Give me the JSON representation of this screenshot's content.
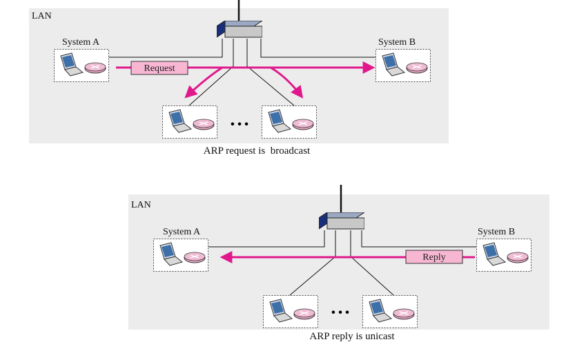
{
  "colors": {
    "panel": "#ececec",
    "arrow": "#e0188c",
    "message_box": "#f7b6d2",
    "router": "#e8a6c4"
  },
  "top": {
    "lan_label": "LAN",
    "system_a": "System A",
    "system_b": "System B",
    "message": "Request",
    "ellipsis": "• • •",
    "caption": "ARP request is  broadcast"
  },
  "bottom": {
    "lan_label": "LAN",
    "system_a": "System A",
    "system_b": "System B",
    "message": "Reply",
    "ellipsis": "• • •",
    "caption": "ARP reply is unicast"
  }
}
